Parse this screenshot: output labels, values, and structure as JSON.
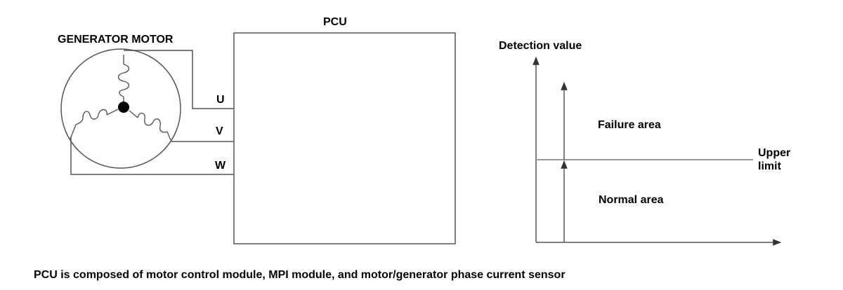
{
  "labels": {
    "pcu": "PCU",
    "generator_motor": "GENERATOR MOTOR",
    "phase_u": "U",
    "phase_v": "V",
    "phase_w": "W",
    "detection_value": "Detection value",
    "failure_area": "Failure area",
    "normal_area": "Normal area",
    "upper_limit_line1": "Upper",
    "upper_limit_line2": "limit"
  },
  "caption": "PCU is composed of motor control module, MPI module, and motor/generator phase current sensor",
  "colors": {
    "line": "#555555",
    "text": "#000000",
    "background": "#ffffff"
  }
}
